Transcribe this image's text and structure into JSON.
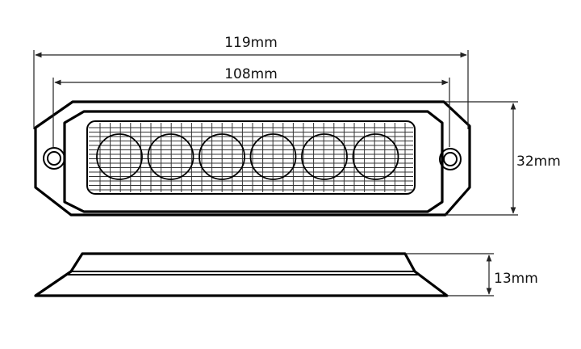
{
  "diagram": {
    "led_count": 6,
    "dimensions": {
      "overall_length": "119mm",
      "hole_spacing": "108mm",
      "height": "32mm",
      "depth": "13mm"
    }
  }
}
